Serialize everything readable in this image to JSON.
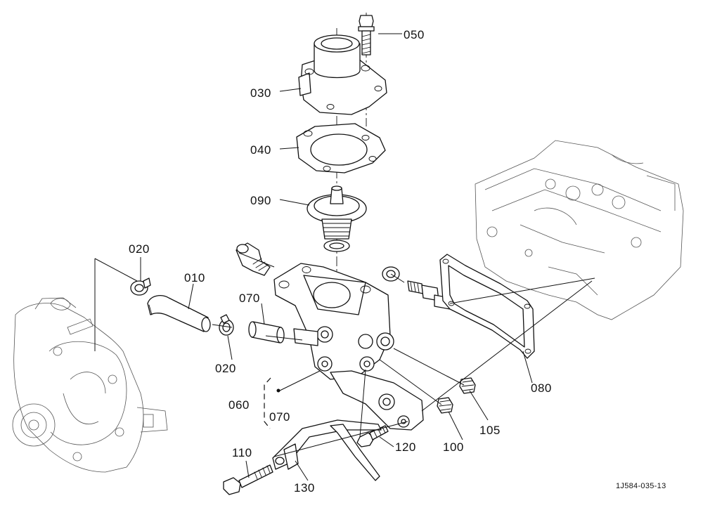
{
  "diagram": {
    "reference_code": "1J584-035-13",
    "labels": {
      "p010": "010",
      "p020a": "020",
      "p020b": "020",
      "p030": "030",
      "p040": "040",
      "p050": "050",
      "p060": "060",
      "p070a": "070",
      "p070b": "070",
      "p080": "080",
      "p090": "090",
      "p100": "100",
      "p105": "105",
      "p110": "110",
      "p120": "120",
      "p130": "130"
    }
  }
}
